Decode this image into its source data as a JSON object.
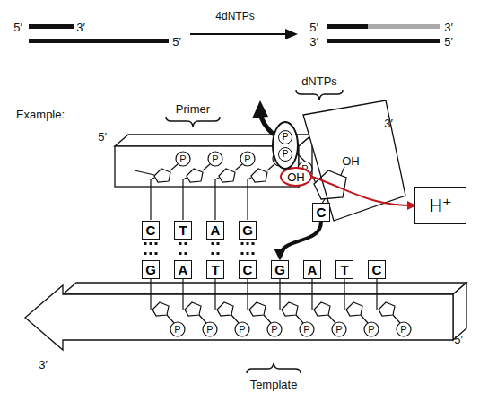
{
  "diagram": {
    "nodes": [
      {
        "text": [
          "OH"
        ]
      },
      {
        "text": [
          "H⁺"
        ]
      },
      {
        "text": [
          "P",
          "P"
        ]
      },
      {
        "text": [
          "C"
        ]
      },
      {
        "text": [
          "C"
        ]
      },
      {
        "text": [
          "T"
        ]
      },
      {
        "text": [
          "A"
        ]
      },
      {
        "text": [
          "G"
        ]
      },
      {
        "text": [
          "G"
        ]
      },
      {
        "text": [
          "A"
        ]
      },
      {
        "text": [
          "T"
        ]
      },
      {
        "text": [
          "C"
        ]
      },
      {
        "text": [
          "G"
        ]
      },
      {
        "text": [
          "A"
        ]
      },
      {
        "text": [
          "T"
        ]
      },
      {
        "text": [
          "C"
        ]
      }
    ],
    "edges": [
      {
        "from": 0,
        "to": 1,
        "arrow": "to"
      },
      {
        "from": 3,
        "to": 12,
        "arrow": "to"
      }
    ],
    "labels": [
      "5′",
      "3′",
      "5′",
      "4dNTPs",
      "5′",
      "3′",
      "3′",
      "5′",
      "dNTPs",
      "Example:",
      "Primer",
      "3′",
      "P",
      "OH",
      "5′",
      "P",
      "P",
      "P",
      "P",
      "P",
      "P",
      "P",
      "P",
      "P",
      "P",
      "P",
      "P",
      "3′",
      "5′",
      "Template"
    ]
  }
}
